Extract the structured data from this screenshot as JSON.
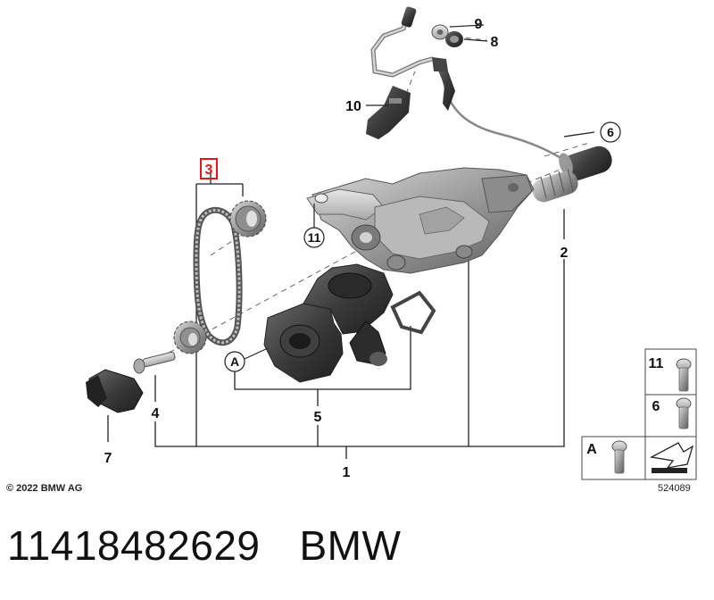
{
  "diagram": {
    "callouts": {
      "c1": "1",
      "c2": "2",
      "c3": "3",
      "c4": "4",
      "c5": "5",
      "c6": "6",
      "c7": "7",
      "c8": "8",
      "c9": "9",
      "c10": "10",
      "c11": "11",
      "cA": "A"
    },
    "legend": {
      "row11": "11",
      "row6": "6",
      "rowA": "A"
    },
    "highlight_color": "#e3171b",
    "copyright": "© 2022 BMW AG",
    "image_number": "524089"
  },
  "caption": {
    "part_number": "11418482629",
    "brand": "BMW"
  }
}
